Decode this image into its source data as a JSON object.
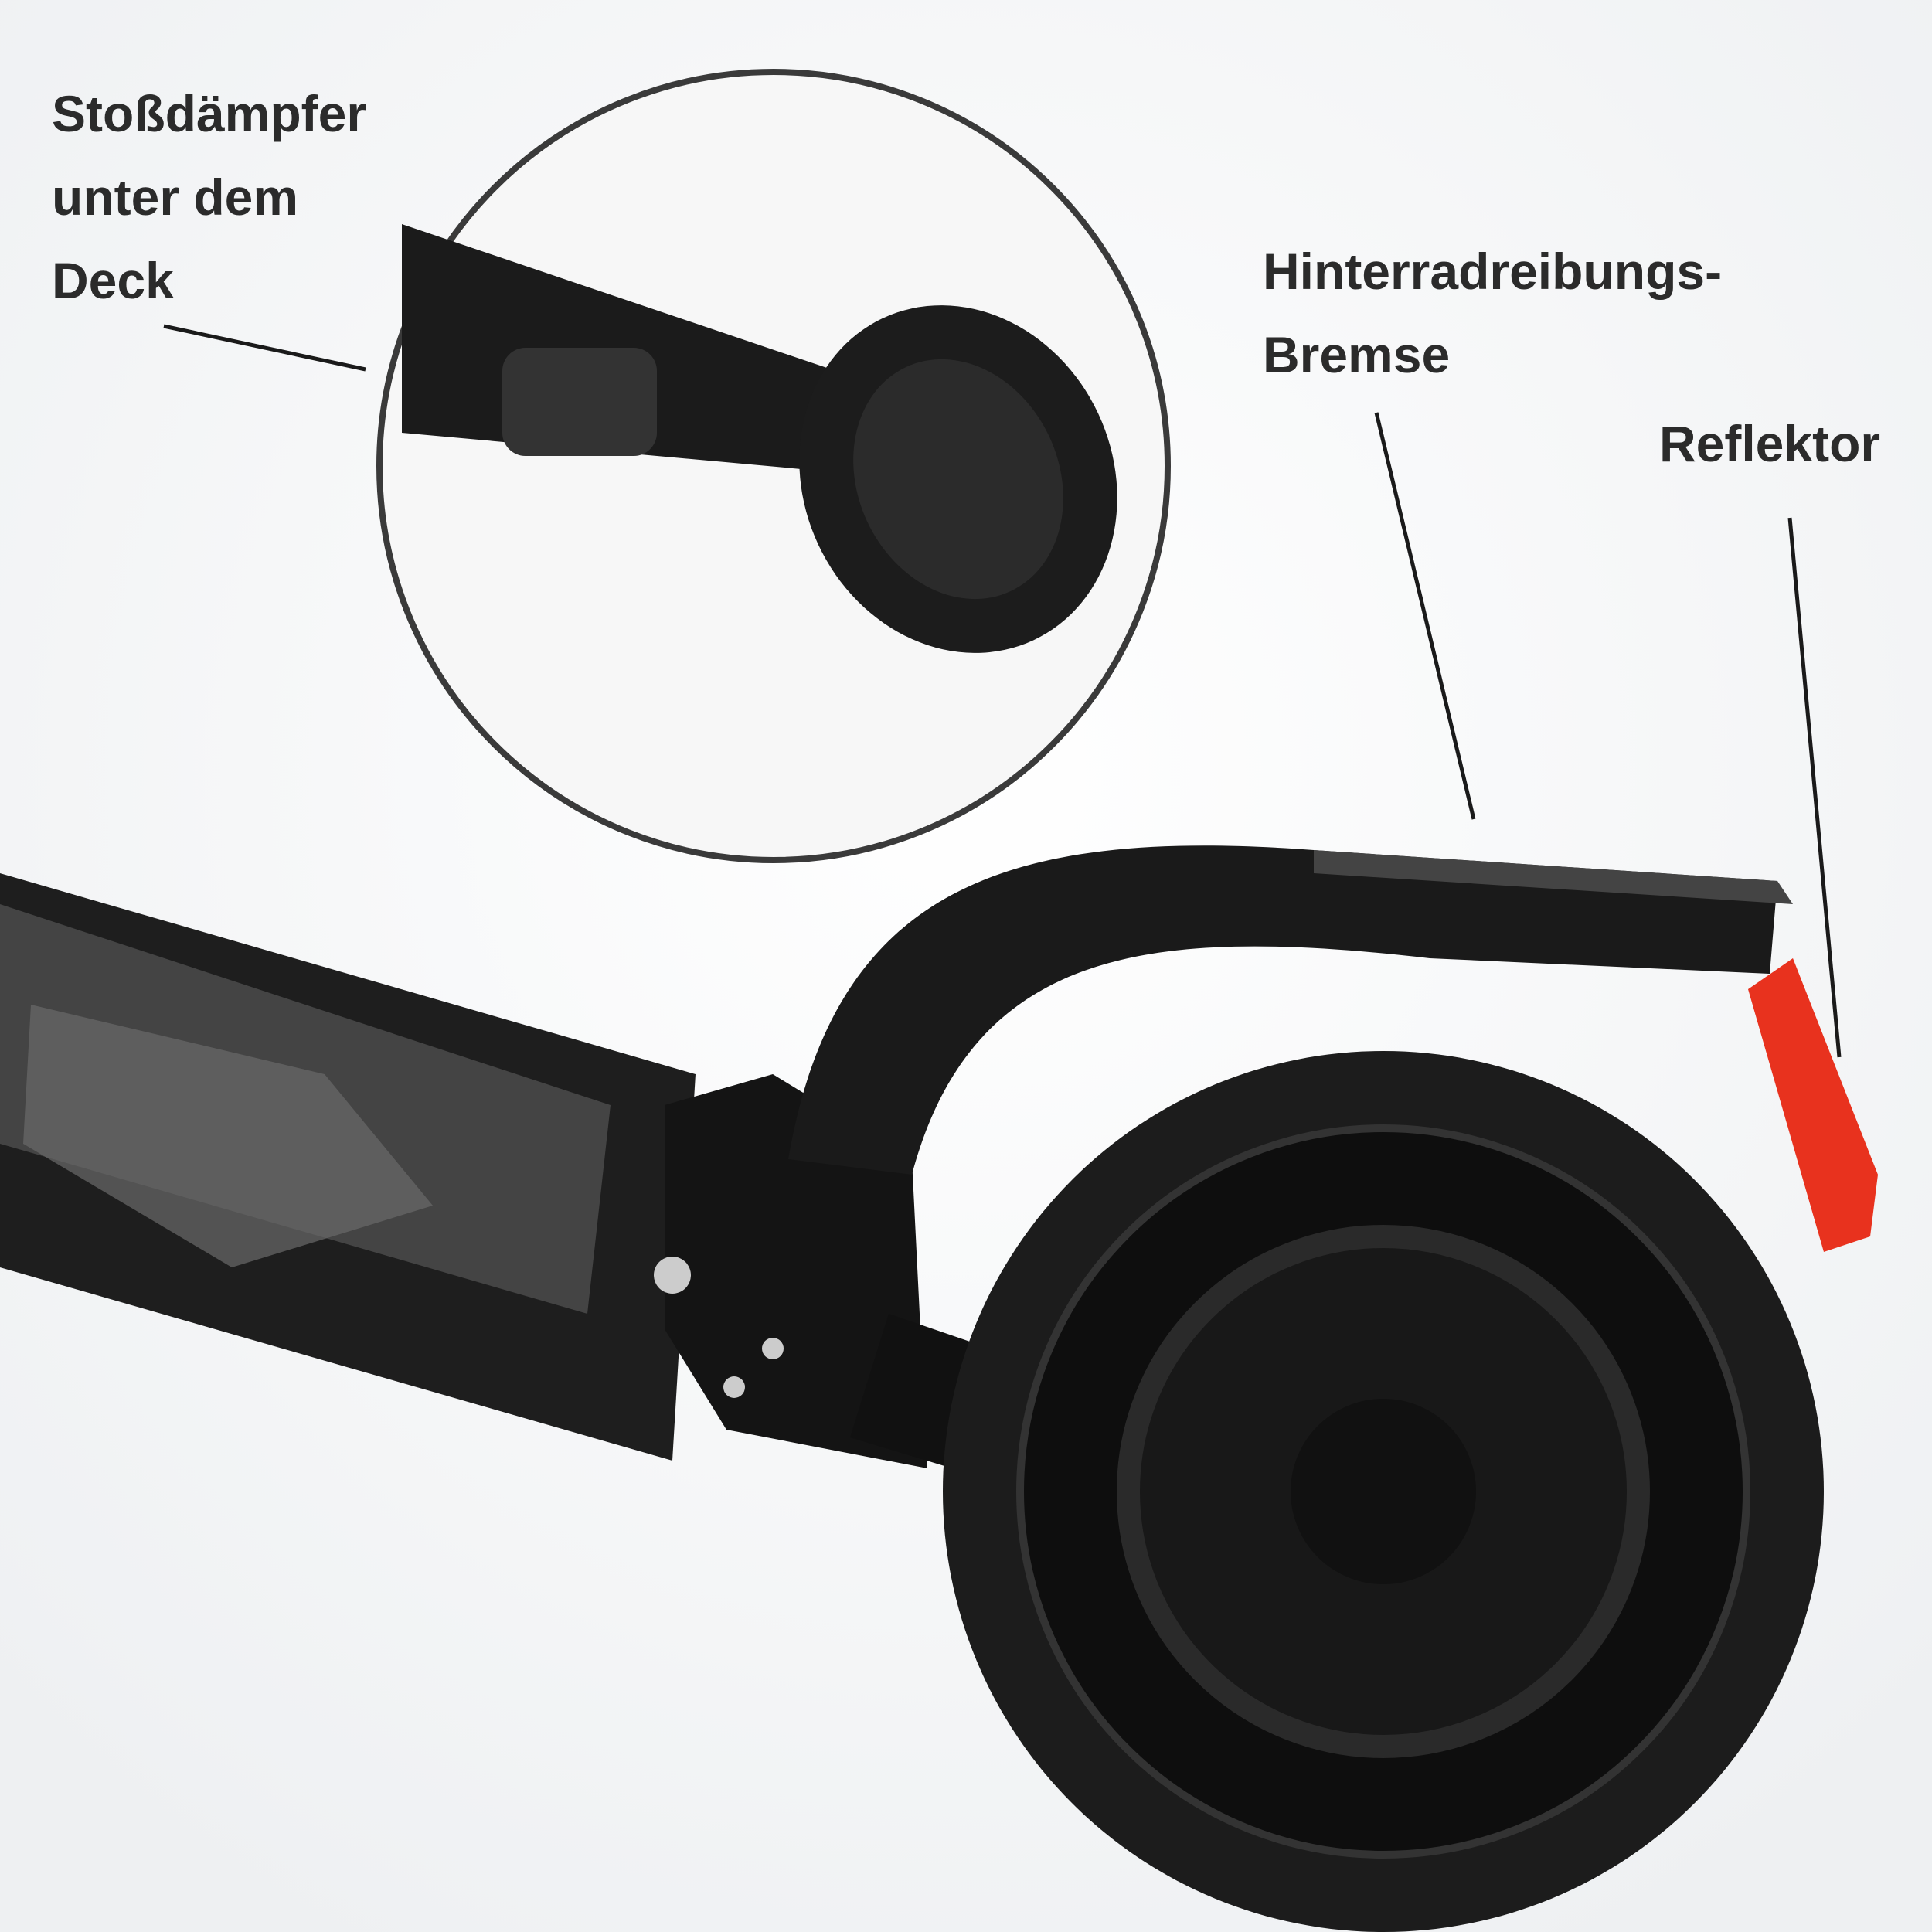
{
  "annotations": {
    "shock_absorber": {
      "lines": [
        "Stoßdämpfer",
        "unter dem",
        "Deck"
      ]
    },
    "rear_brake": {
      "lines": [
        "Hinterradreibungs-",
        "Bremse"
      ]
    },
    "reflector": {
      "lines": [
        "Reflektor"
      ]
    }
  },
  "colors": {
    "text": "#2b2b2b",
    "scooter": "#1a1a1a",
    "reflector": "#e8321e",
    "grip_tape": "#3a3a3a"
  }
}
